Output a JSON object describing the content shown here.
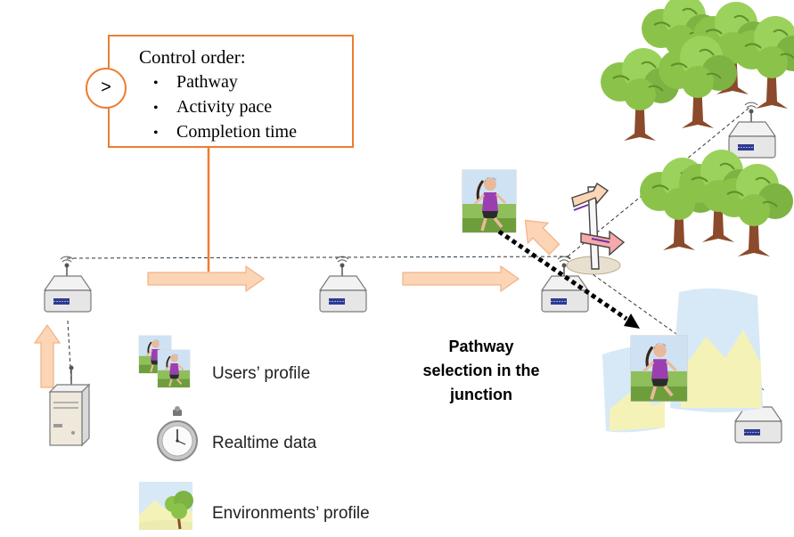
{
  "control": {
    "title": "Control order:",
    "items": [
      "Pathway",
      "Activity pace",
      "Completion time"
    ],
    "chevron": ">"
  },
  "junction_label": "Pathway selection in the junction",
  "legend": {
    "users_profile": "Users’ profile",
    "realtime_data": "Realtime data",
    "environments_profile": "Environments’ profile"
  },
  "colors": {
    "orange_accent": "#ed7d31",
    "arrow_fill": "#fbd5b5",
    "arrow_stroke": "#f4b183",
    "tree_green": "#8bc34a",
    "tree_trunk": "#8b4a2b",
    "sign_purple": "#7030a0",
    "device_blue": "#2f3a8f"
  },
  "icons": [
    "router-icon",
    "server-icon",
    "runner-photo-icon",
    "stopwatch-icon",
    "landscape-icon",
    "tree-icon",
    "signpost-icon"
  ]
}
